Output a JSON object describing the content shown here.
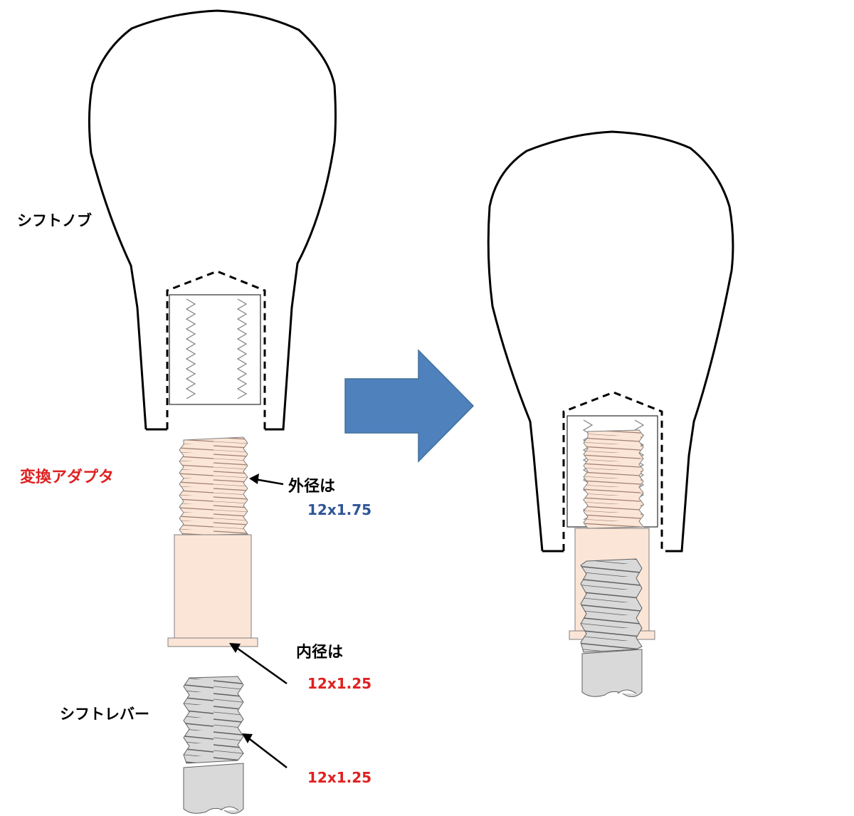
{
  "labels": {
    "shift_knob": "シフトノブ",
    "adapter": "変換アダプタ",
    "outer_diameter": "外径は",
    "outer_spec": "12x1.75",
    "inner_diameter": "内径は",
    "inner_spec": "12x1.25",
    "shift_lever": "シフトレバー",
    "lever_spec": "12x1.25"
  },
  "colors": {
    "adapter_fill": "#fbe5d6",
    "adapter_thread": "#f8dcc4",
    "lever_fill": "#d9d9d9",
    "arrow_fill": "#4f81bd",
    "red": "#e02020",
    "blue": "#2f5597"
  }
}
